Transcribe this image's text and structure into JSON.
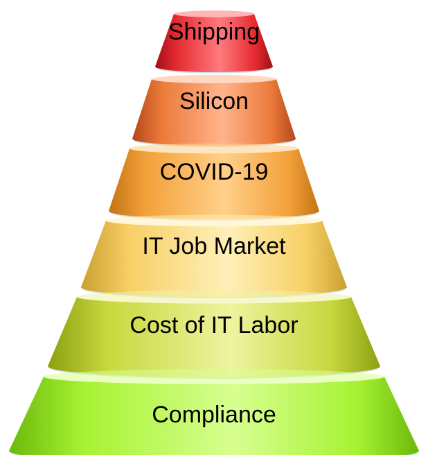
{
  "tiers": [
    {
      "label": "Shipping",
      "colors": {
        "dark": "#a00f18",
        "mid": "#e42a30",
        "light": "#ff7a7e"
      }
    },
    {
      "label": "Silicon",
      "colors": {
        "dark": "#b4481a",
        "mid": "#ec7a3a",
        "light": "#ffb48a"
      }
    },
    {
      "label": "COVID-19",
      "colors": {
        "dark": "#c47414",
        "mid": "#f4a23a",
        "light": "#ffd08a"
      }
    },
    {
      "label": "IT Job Market",
      "colors": {
        "dark": "#c9a030",
        "mid": "#f7cf66",
        "light": "#fff0b8"
      }
    },
    {
      "label": "Cost of IT Labor",
      "colors": {
        "dark": "#8ba012",
        "mid": "#c8d83e",
        "light": "#eef3a0"
      }
    },
    {
      "label": "Compliance",
      "colors": {
        "dark": "#6cb80c",
        "mid": "#a6f232",
        "light": "#d8ff90"
      }
    }
  ]
}
